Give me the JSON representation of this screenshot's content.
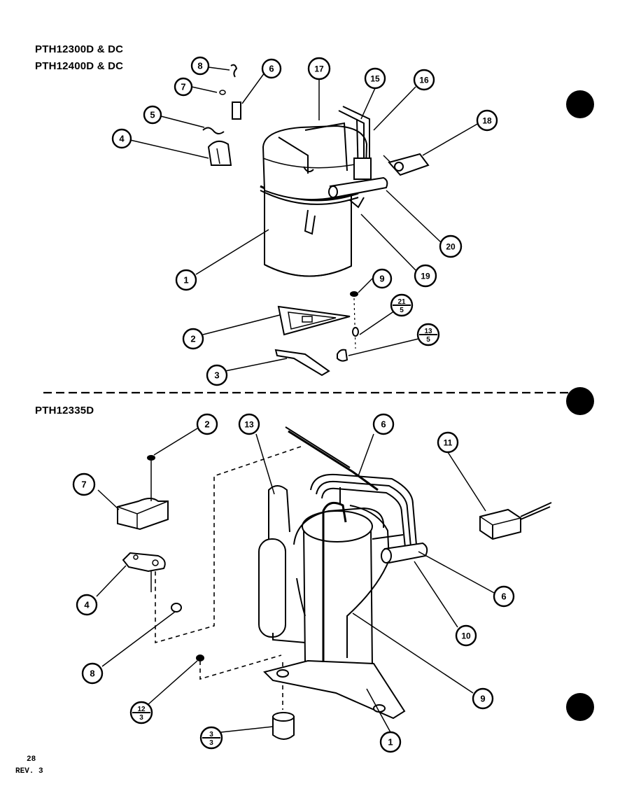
{
  "titles": {
    "top_line1": "PTH12300D & DC",
    "top_line2": "PTH12400D & DC",
    "bottom": "PTH12335D"
  },
  "footer": {
    "page": "28",
    "rev": "REV. 3"
  },
  "callouts_top": [
    {
      "id": "c8",
      "text": "8"
    },
    {
      "id": "c7",
      "text": "7"
    },
    {
      "id": "c6",
      "text": "6"
    },
    {
      "id": "c5",
      "text": "5"
    },
    {
      "id": "c4",
      "text": "4"
    },
    {
      "id": "c17",
      "text": "17"
    },
    {
      "id": "c15",
      "text": "15"
    },
    {
      "id": "c16",
      "text": "16"
    },
    {
      "id": "c18",
      "text": "18"
    },
    {
      "id": "c20",
      "text": "20"
    },
    {
      "id": "c19",
      "text": "19"
    },
    {
      "id": "c1",
      "text": "1"
    },
    {
      "id": "c9",
      "text": "9"
    },
    {
      "id": "c2",
      "text": "2"
    },
    {
      "id": "c3",
      "text": "3"
    }
  ],
  "callouts_top_fraction": [
    {
      "id": "f21",
      "num": "21",
      "den": "5"
    },
    {
      "id": "f13",
      "num": "13",
      "den": "5"
    }
  ],
  "callouts_bottom": [
    {
      "id": "b2",
      "text": "2"
    },
    {
      "id": "b13",
      "text": "13"
    },
    {
      "id": "b6a",
      "text": "6"
    },
    {
      "id": "b11",
      "text": "11"
    },
    {
      "id": "b7",
      "text": "7"
    },
    {
      "id": "b4",
      "text": "4"
    },
    {
      "id": "b8",
      "text": "8"
    },
    {
      "id": "b6b",
      "text": "6"
    },
    {
      "id": "b10",
      "text": "10"
    },
    {
      "id": "b9",
      "text": "9"
    },
    {
      "id": "b1",
      "text": "1"
    }
  ],
  "callouts_bottom_fraction": [
    {
      "id": "f12",
      "num": "12",
      "den": "3"
    },
    {
      "id": "f3",
      "num": "3",
      "den": "3"
    }
  ],
  "colors": {
    "ink": "#000000",
    "paper": "#ffffff"
  }
}
